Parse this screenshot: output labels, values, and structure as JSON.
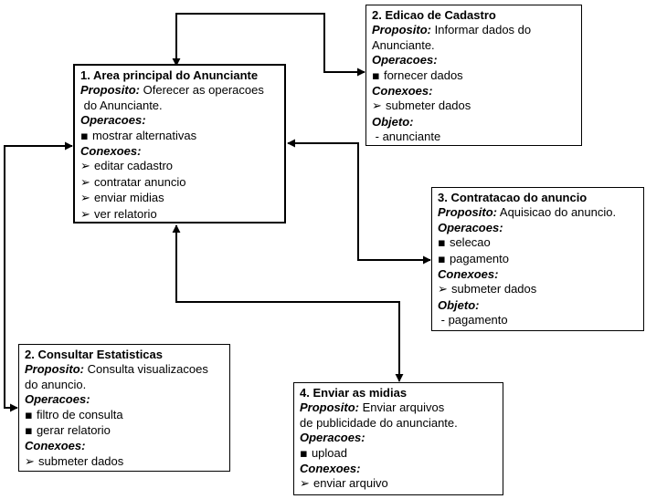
{
  "diagram": {
    "background_color": "#ffffff",
    "line_color": "#000000",
    "glyphs": {
      "bullet": "▪",
      "arrow": "➢"
    },
    "nodes": [
      {
        "id": "node-main",
        "title": "1. Area principal do Anunciante",
        "lines": [
          {
            "t": "title",
            "text": "1. Area principal do Anunciante"
          },
          {
            "t": "field",
            "label": "Proposito:",
            "text": " Oferecer as operacoes"
          },
          {
            "t": "plain",
            "text": " do Anunciante."
          },
          {
            "t": "field",
            "label": "Operacoes:",
            "text": ""
          },
          {
            "t": "bullet",
            "text": "mostrar alternativas"
          },
          {
            "t": "field",
            "label": "Conexoes:",
            "text": ""
          },
          {
            "t": "arrow",
            "text": "editar cadastro"
          },
          {
            "t": "arrow",
            "text": "contratar anuncio"
          },
          {
            "t": "arrow",
            "text": "enviar midias"
          },
          {
            "t": "arrow",
            "text": "ver relatorio"
          }
        ]
      },
      {
        "id": "node-edicao",
        "title": "2. Edicao de Cadastro",
        "lines": [
          {
            "t": "title",
            "text": "2. Edicao de Cadastro"
          },
          {
            "t": "field",
            "label": "Proposito:",
            "text": " Informar dados do"
          },
          {
            "t": "plain",
            "text": "Anunciante."
          },
          {
            "t": "field",
            "label": "Operacoes:",
            "text": ""
          },
          {
            "t": "bullet",
            "text": "fornecer dados"
          },
          {
            "t": "field",
            "label": "Conexoes:",
            "text": ""
          },
          {
            "t": "arrow",
            "text": "submeter dados"
          },
          {
            "t": "field",
            "label": "Objeto:",
            "text": ""
          },
          {
            "t": "plain",
            "text": " - anunciante"
          }
        ]
      },
      {
        "id": "node-contratacao",
        "title": "3. Contratacao do anuncio",
        "lines": [
          {
            "t": "title",
            "text": "3. Contratacao do anuncio"
          },
          {
            "t": "field",
            "label": "Proposito:",
            "text": " Aquisicao do anuncio."
          },
          {
            "t": "field",
            "label": "Operacoes:",
            "text": ""
          },
          {
            "t": "bullet",
            "text": "selecao"
          },
          {
            "t": "bullet",
            "text": "pagamento"
          },
          {
            "t": "field",
            "label": "Conexoes:",
            "text": ""
          },
          {
            "t": "arrow",
            "text": "submeter dados"
          },
          {
            "t": "field",
            "label": "Objeto:",
            "text": ""
          },
          {
            "t": "plain",
            "text": " - pagamento"
          }
        ]
      },
      {
        "id": "node-consultar",
        "title": "2. Consultar Estatisticas",
        "lines": [
          {
            "t": "title",
            "text": "2. Consultar Estatisticas"
          },
          {
            "t": "field",
            "label": "Proposito:",
            "text": " Consulta visualizacoes"
          },
          {
            "t": "plain",
            "text": "do anuncio."
          },
          {
            "t": "field",
            "label": "Operacoes:",
            "text": ""
          },
          {
            "t": "bullet",
            "text": "filtro de consulta"
          },
          {
            "t": "bullet",
            "text": "gerar relatorio"
          },
          {
            "t": "field",
            "label": "Conexoes:",
            "text": ""
          },
          {
            "t": "arrow",
            "text": "submeter dados"
          }
        ]
      },
      {
        "id": "node-enviar",
        "title": "4. Enviar as midias",
        "lines": [
          {
            "t": "title",
            "text": "4. Enviar as midias"
          },
          {
            "t": "field",
            "label": "Proposito:",
            "text": " Enviar arquivos"
          },
          {
            "t": "plain",
            "text": "de publicidade do anunciante."
          },
          {
            "t": "field",
            "label": "Operacoes:",
            "text": ""
          },
          {
            "t": "bullet",
            "text": "upload"
          },
          {
            "t": "field",
            "label": "Conexoes:",
            "text": ""
          },
          {
            "t": "arrow",
            "text": "enviar arquivo"
          }
        ]
      }
    ],
    "connections": [
      {
        "id": "main-edicao",
        "from": "node-main",
        "to": "node-edicao",
        "bidirectional": true
      },
      {
        "id": "main-contratacao",
        "from": "node-main",
        "to": "node-contratacao",
        "bidirectional": true
      },
      {
        "id": "main-enviar",
        "from": "node-main",
        "to": "node-enviar",
        "bidirectional": true
      },
      {
        "id": "main-consultar",
        "from": "node-main",
        "to": "node-consultar",
        "bidirectional": true
      }
    ]
  }
}
